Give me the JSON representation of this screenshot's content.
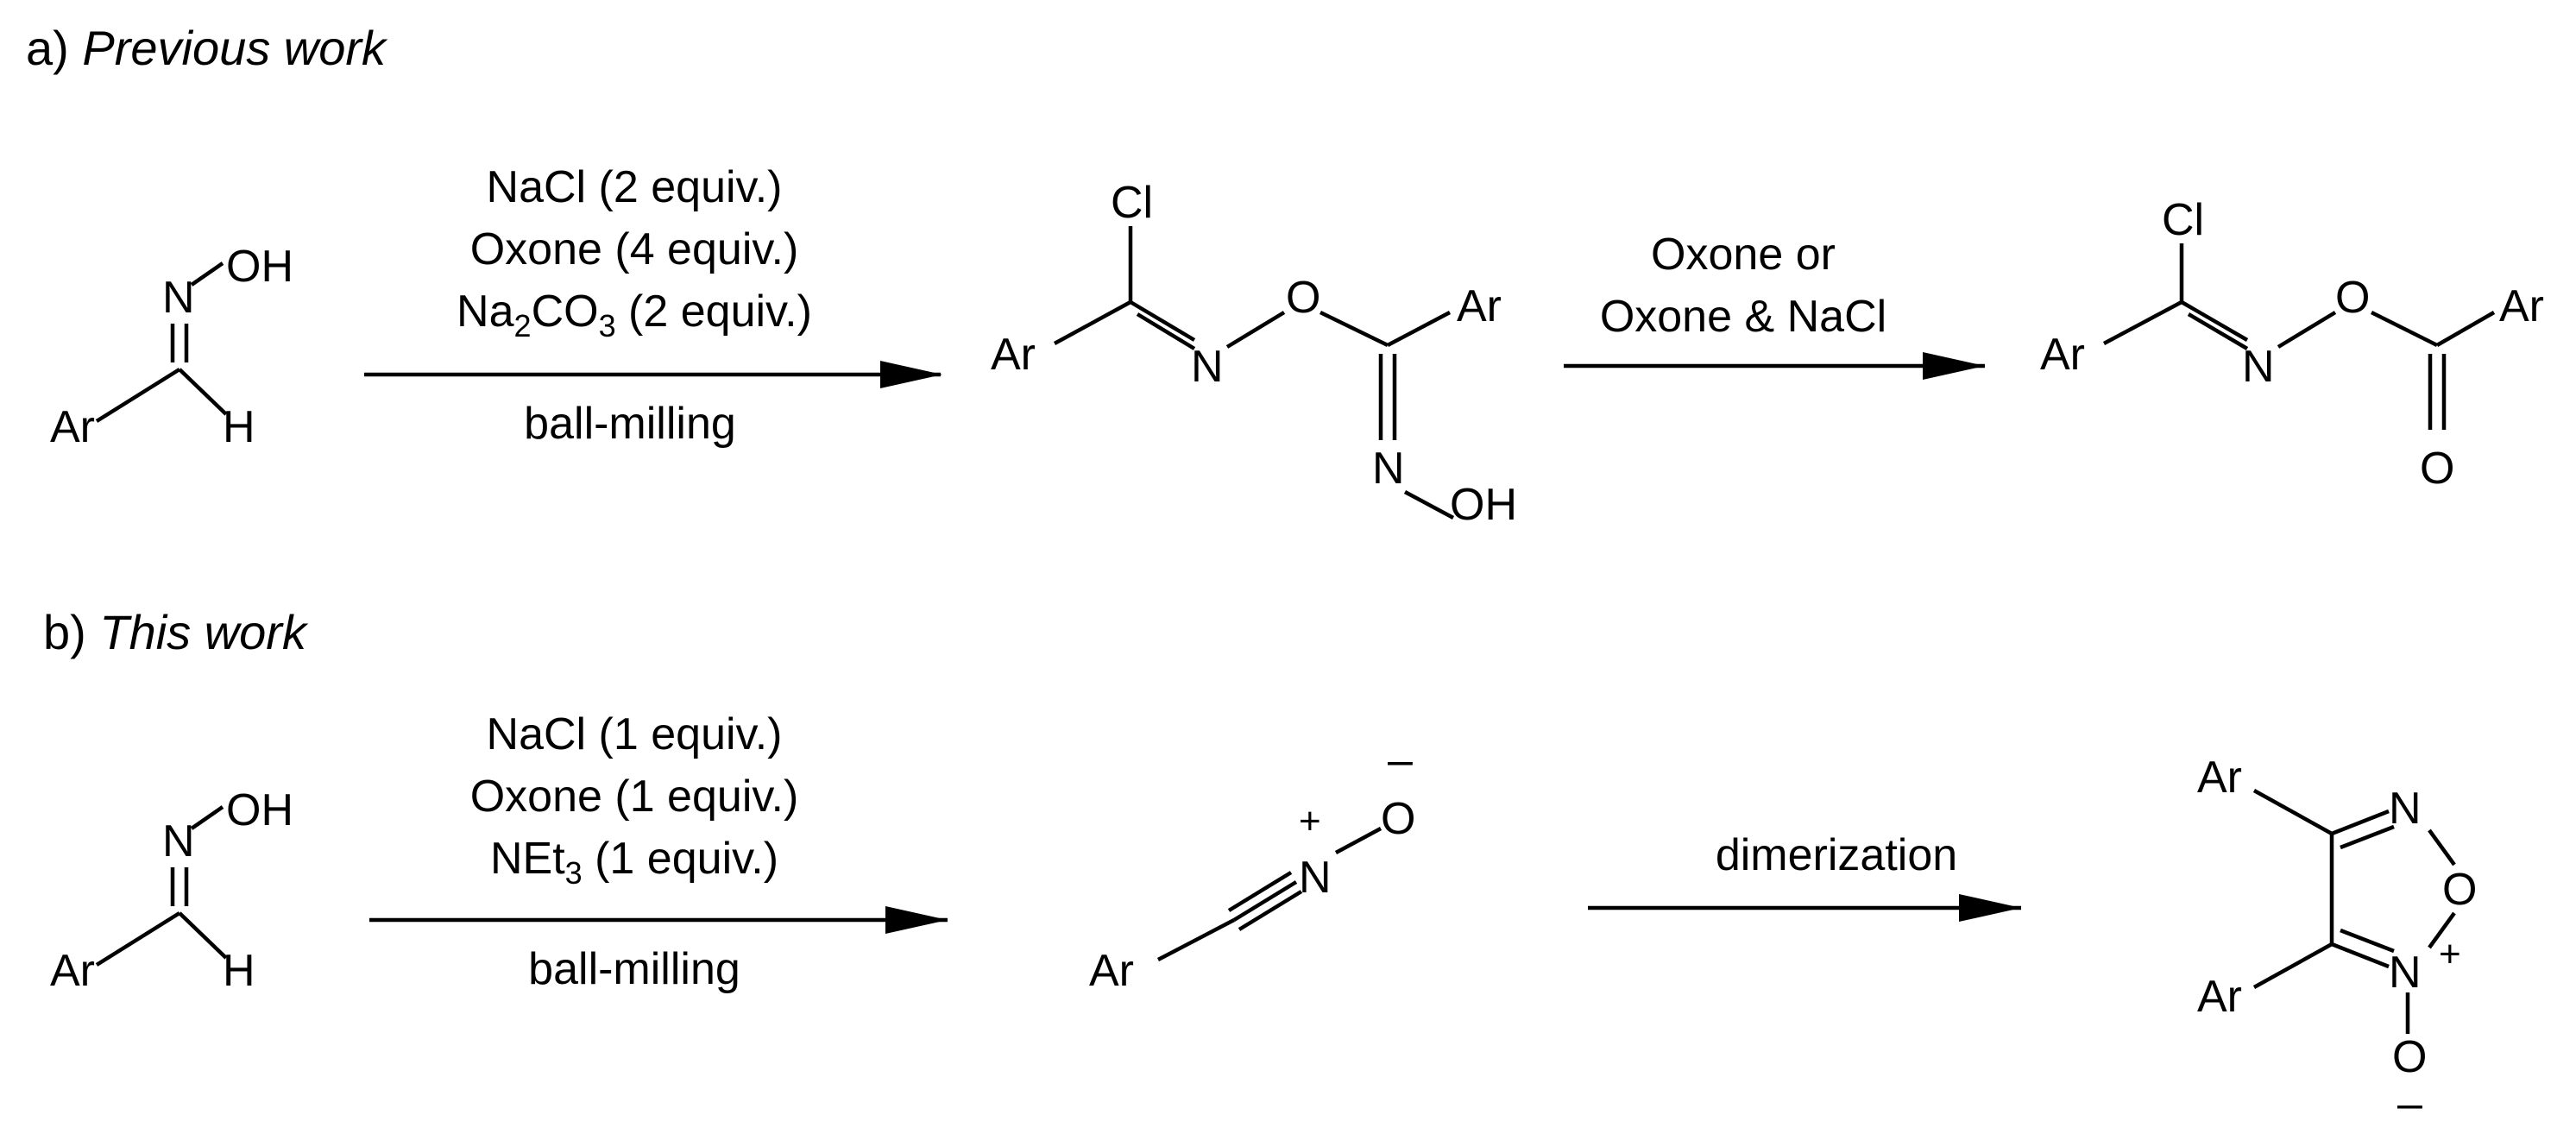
{
  "panel_a": {
    "label": "a)",
    "title": "Previous work",
    "reagent_line1": "NaCl (2 equiv.)",
    "reagent_line2": "Oxone (4 equiv.)",
    "reagent_line3_main": "Na",
    "reagent_line3_sub1": "2",
    "reagent_line3_mid": "CO",
    "reagent_line3_sub2": "3",
    "reagent_line3_tail": " (2 equiv.)",
    "condition": "ball-milling",
    "second_line1": "Oxone or",
    "second_line2": "Oxone & NaCl"
  },
  "panel_b": {
    "label": "b)",
    "title": "This work",
    "reagent_line1": "NaCl (1 equiv.)",
    "reagent_line2": "Oxone (1 equiv.)",
    "reagent_line3_main": "NEt",
    "reagent_line3_sub": "3",
    "reagent_line3_tail": " (1 equiv.)",
    "condition": "ball-milling",
    "second_label": "dimerization"
  },
  "atoms": {
    "ar": "Ar",
    "n": "N",
    "o": "O",
    "oh": "OH",
    "h": "H",
    "cl": "Cl",
    "plus": "+",
    "minus": "–"
  }
}
